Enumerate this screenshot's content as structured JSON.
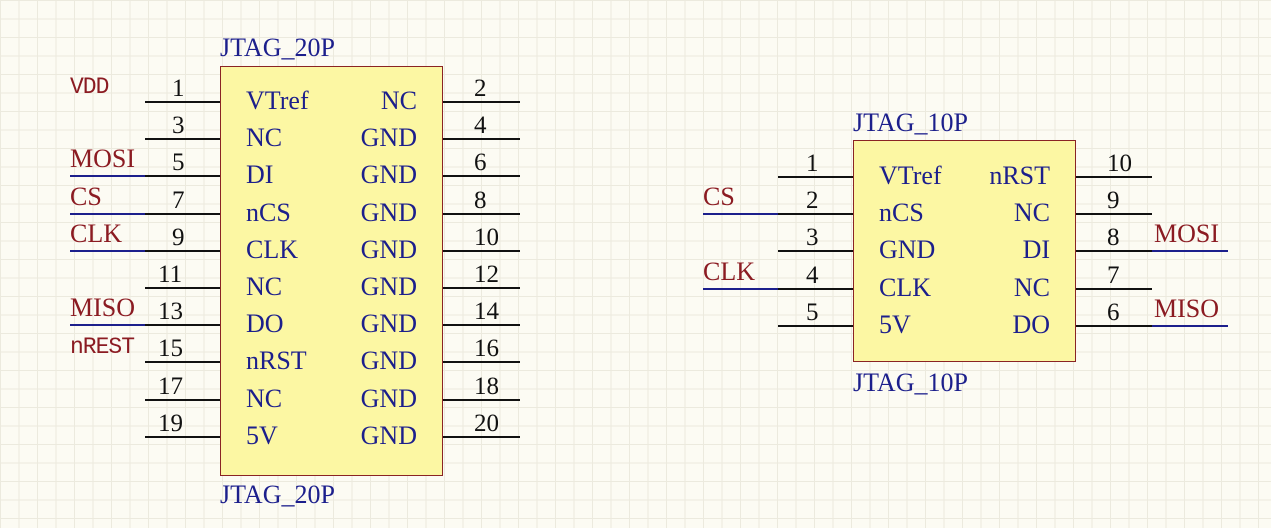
{
  "components": [
    {
      "id": "jtag20",
      "designator_top": "JTAG_20P",
      "designator_bottom": "JTAG_20P",
      "left_pins": [
        {
          "num": "1",
          "name": "VTref"
        },
        {
          "num": "3",
          "name": "NC"
        },
        {
          "num": "5",
          "name": "DI"
        },
        {
          "num": "7",
          "name": "nCS"
        },
        {
          "num": "9",
          "name": "CLK"
        },
        {
          "num": "11",
          "name": "NC"
        },
        {
          "num": "13",
          "name": "DO"
        },
        {
          "num": "15",
          "name": "nRST"
        },
        {
          "num": "17",
          "name": "NC"
        },
        {
          "num": "19",
          "name": "5V"
        }
      ],
      "right_pins": [
        {
          "num": "2",
          "name": "NC"
        },
        {
          "num": "4",
          "name": "GND"
        },
        {
          "num": "6",
          "name": "GND"
        },
        {
          "num": "8",
          "name": "GND"
        },
        {
          "num": "10",
          "name": "GND"
        },
        {
          "num": "12",
          "name": "GND"
        },
        {
          "num": "14",
          "name": "GND"
        },
        {
          "num": "16",
          "name": "GND"
        },
        {
          "num": "18",
          "name": "GND"
        },
        {
          "num": "20",
          "name": "GND"
        }
      ],
      "net_labels": [
        {
          "pin": "1",
          "text": "VDD",
          "style": "mono",
          "underline": false
        },
        {
          "pin": "5",
          "text": "MOSI",
          "underline": true
        },
        {
          "pin": "7",
          "text": "CS",
          "underline": true
        },
        {
          "pin": "9",
          "text": "CLK",
          "underline": true
        },
        {
          "pin": "13",
          "text": "MISO",
          "underline": true
        },
        {
          "pin": "15",
          "text": "nREST",
          "style": "mono",
          "underline": false
        }
      ]
    },
    {
      "id": "jtag10",
      "designator_top": "JTAG_10P",
      "designator_bottom": "JTAG_10P",
      "left_pins": [
        {
          "num": "1",
          "name": "VTref"
        },
        {
          "num": "2",
          "name": "nCS"
        },
        {
          "num": "3",
          "name": "GND"
        },
        {
          "num": "4",
          "name": "CLK"
        },
        {
          "num": "5",
          "name": "5V"
        }
      ],
      "right_pins": [
        {
          "num": "10",
          "name": "nRST"
        },
        {
          "num": "9",
          "name": "NC"
        },
        {
          "num": "8",
          "name": "DI"
        },
        {
          "num": "7",
          "name": "NC"
        },
        {
          "num": "6",
          "name": "DO"
        }
      ],
      "net_labels": [
        {
          "pin": "2",
          "text": "CS",
          "underline": true
        },
        {
          "pin": "4",
          "text": "CLK",
          "underline": true
        },
        {
          "pin": "8",
          "text": "MOSI",
          "underline": true
        },
        {
          "pin": "6",
          "text": "MISO",
          "underline": true
        }
      ]
    }
  ],
  "colors": {
    "background": "#fcfbf3",
    "body_fill": "#fcf7a3",
    "body_border": "#8a2424",
    "pin_name": "#1c1f8c",
    "net_label": "#8b1b22",
    "wire": "#1c1f8c"
  }
}
